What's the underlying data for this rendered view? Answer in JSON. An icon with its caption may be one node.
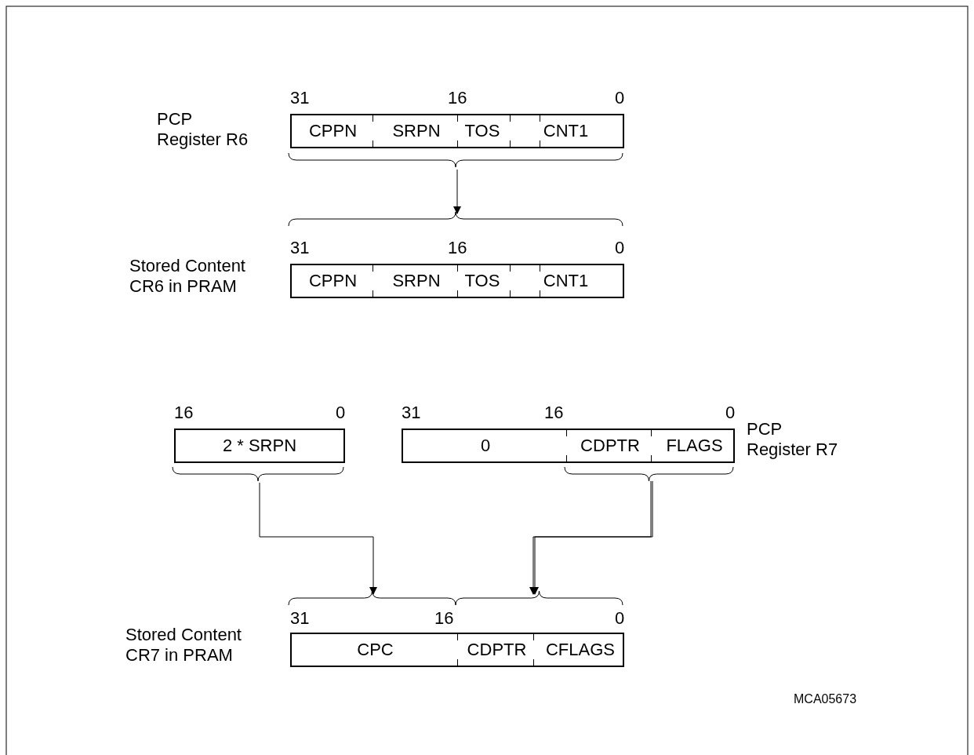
{
  "diagram": {
    "nodes": [
      {
        "text": [],
        "shape": "box",
        "beside": [
          "PCP Register R6"
        ]
      },
      {
        "text": [
          "CPPN"
        ],
        "in": 0
      },
      {
        "text": [
          "SRPN"
        ],
        "in": 0
      },
      {
        "text": [
          "TOS"
        ],
        "in": 0
      },
      {
        "text": [
          "CNT1"
        ],
        "in": 0
      },
      {
        "text": [],
        "shape": "box",
        "beside": [
          "Stored Content CR6 in PRAM"
        ]
      },
      {
        "text": [
          "CPPN"
        ],
        "in": 5
      },
      {
        "text": [
          "SRPN"
        ],
        "in": 5
      },
      {
        "text": [
          "TOS"
        ],
        "in": 5
      },
      {
        "text": [
          "CNT1"
        ],
        "in": 5
      },
      {
        "text": [
          "2 * SRPN"
        ]
      },
      {
        "text": [],
        "shape": "box",
        "beside": [
          "PCP Register R7"
        ]
      },
      {
        "text": [
          "0"
        ],
        "in": 11
      },
      {
        "text": [
          "CDPTR"
        ],
        "in": 11
      },
      {
        "text": [
          "FLAGS"
        ],
        "in": 11
      },
      {
        "text": [],
        "shape": "box",
        "beside": [
          "Stored Content CR7 in PRAM"
        ]
      },
      {
        "text": [
          "CPC"
        ],
        "in": 15
      },
      {
        "text": [
          "CDPTR"
        ],
        "in": 15
      },
      {
        "text": [
          "CFLAGS"
        ],
        "in": 15
      }
    ],
    "edges": [
      {
        "from": 0,
        "to": 5,
        "arrow": "to"
      },
      {
        "from": 10,
        "to": 16,
        "arrow": "to"
      },
      {
        "from": 13,
        "to": 17,
        "arrow": "to"
      },
      {
        "from": 14,
        "to": 18,
        "arrow": "to"
      }
    ],
    "labels": [
      "31",
      "16",
      "0",
      "31",
      "16",
      "0",
      "16",
      "0",
      "31",
      "16",
      "0",
      "31",
      "16",
      "0",
      "MCA05673"
    ]
  }
}
